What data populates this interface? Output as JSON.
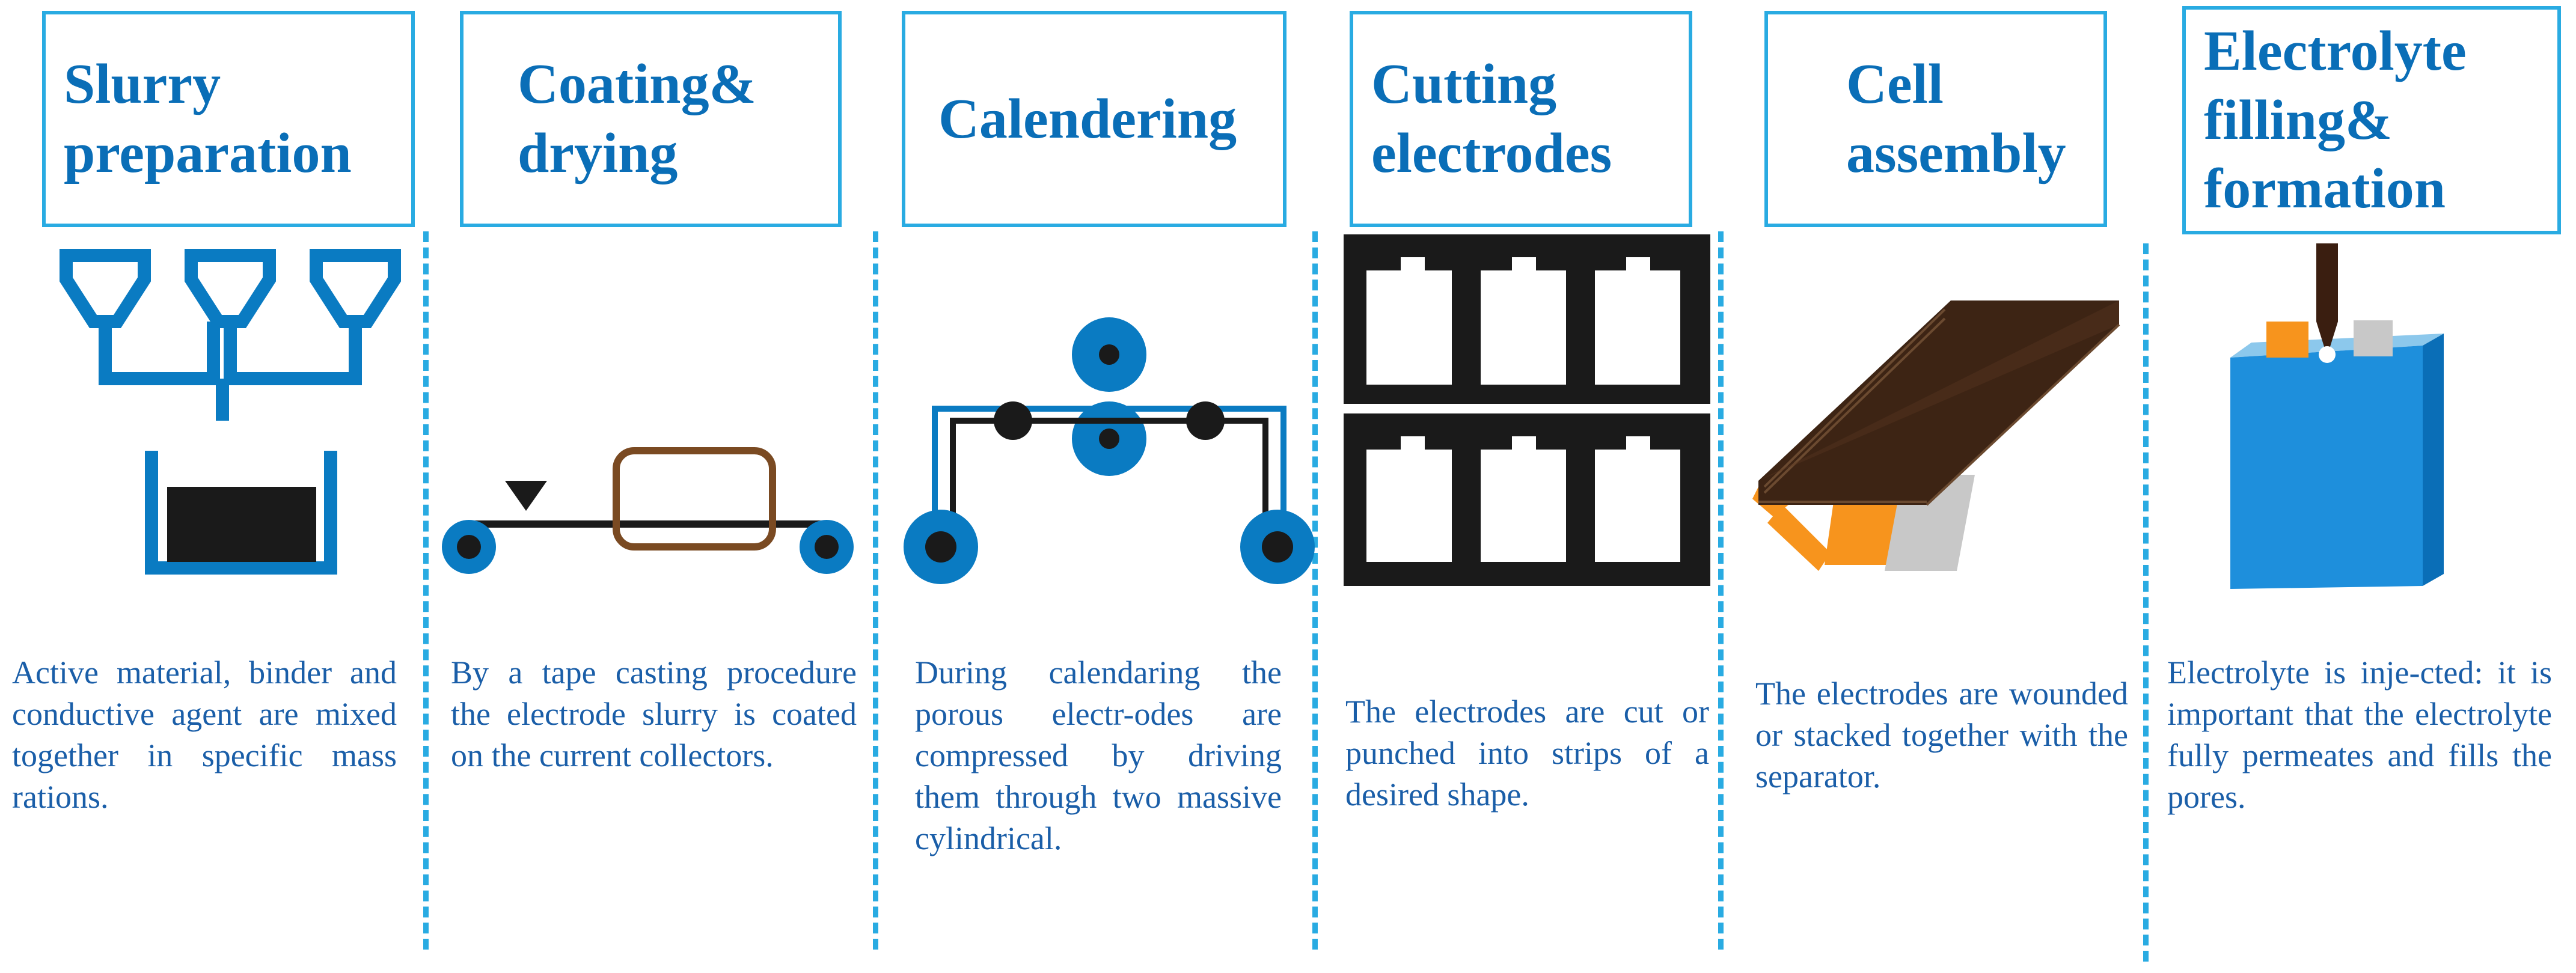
{
  "colors": {
    "border": "#29abe2",
    "title_text": "#0a6eb7",
    "desc_text": "#1a5ea8",
    "icon_blue": "#0a7bc2",
    "icon_dark": "#1a1a1a",
    "brown": "#7a4a22",
    "orange": "#f7941d",
    "gray": "#c8c8c8"
  },
  "steps": [
    {
      "title": "Slurry\npreparation",
      "icon": "mixing-hoppers-icon",
      "description": "Active material, binder and conductive agent are mixed together in specific mass rations."
    },
    {
      "title": "Coating&\ndrying",
      "icon": "tape-casting-icon",
      "description": "By a tape casting procedure the electrode slurry is coated on the current collectors."
    },
    {
      "title": "Calendering",
      "icon": "calender-rollers-icon",
      "description": "During calendaring the porous electr-odes are compressed by driving them through two massive cylindrical."
    },
    {
      "title": "Cutting\nelectrodes",
      "icon": "cut-electrodes-icon",
      "description": "The electrodes are cut or punched into strips of a desired shape."
    },
    {
      "title": "Cell\nassembly",
      "icon": "stacked-cell-icon",
      "description": "The electrodes are wounded or stacked together with the separator."
    },
    {
      "title": "Electrolyte\nfilling&\nformation",
      "icon": "electrolyte-filling-icon",
      "description": "Electrolyte is inje-cted: it is important that the electrolyte fully permeates and fills the pores."
    }
  ]
}
